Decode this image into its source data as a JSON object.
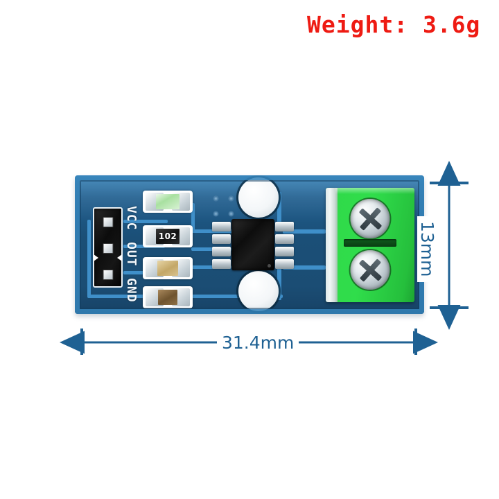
{
  "caption": {
    "weight_text": "Weight: 3.6g",
    "weight_color": "#ee1b13"
  },
  "dimensions": {
    "width_label": "31.4mm",
    "height_label": "13mm",
    "line_color": "#1f6193",
    "text_color": "#1f6193"
  },
  "board": {
    "substrate_color": "#1b4f77",
    "trace_color": "#3f8fc9",
    "silkscreen_color": "#f2f7fb",
    "pin_labels": [
      {
        "label": "VCC"
      },
      {
        "label": "OUT"
      },
      {
        "label": "GND"
      }
    ],
    "resistor_marking": "102",
    "ic_marking_lines": [
      "",
      "",
      "",
      ""
    ],
    "terminal_color": "#2fd94a",
    "terminal_positions": 2,
    "mounting_holes": 2,
    "via_count": 4
  }
}
